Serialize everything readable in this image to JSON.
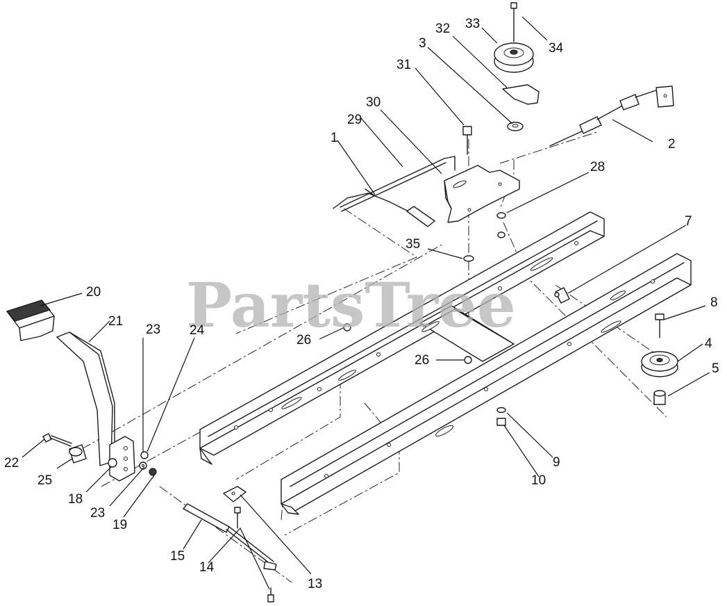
{
  "diagram": {
    "watermark": "PartsTree",
    "callouts": [
      "1",
      "2",
      "3",
      "4",
      "5",
      "7",
      "8",
      "9",
      "10",
      "13",
      "14",
      "15",
      "18",
      "19",
      "20",
      "21",
      "22",
      "23",
      "23",
      "24",
      "25",
      "26",
      "26",
      "28",
      "29",
      "30",
      "31",
      "32",
      "33",
      "34",
      "35"
    ]
  }
}
